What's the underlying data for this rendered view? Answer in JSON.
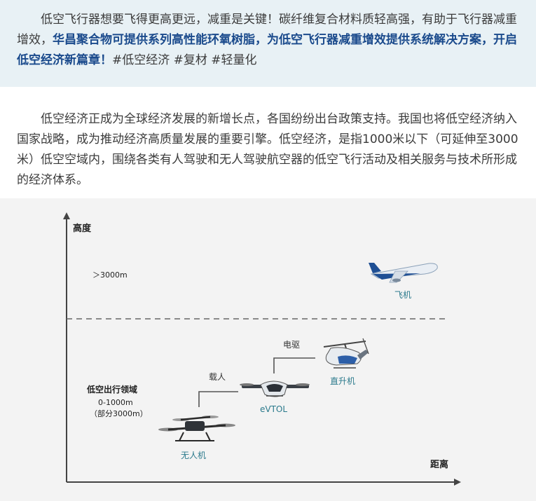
{
  "intro": {
    "plain_1": "低空飞行器想要飞得更高更远，减重是关键！碳纤维复合材料质轻高强，有助于飞行器减重增效，",
    "bold": "华昌聚合物可提供系列高性能环氧树脂，为低空飞行器减重增效提供系统解决方案，开启低空经济新篇章！",
    "tags": "#低空经济 #复材 #轻量化"
  },
  "body": {
    "paragraph": "低空经济正成为全球经济发展的新增长点，各国纷纷出台政策支持。我国也将低空经济纳入国家战略，成为推动经济高质量发展的重要引擎。低空经济，是指1000米以下（可延伸至3000米）低空空域内，围绕各类有人驾驶和无人驾驶航空器的低空飞行活动及相关服务与技术所形成的经济体系。"
  },
  "diagram": {
    "y_axis_label": "高度",
    "x_axis_label": "距离",
    "upper_zone": "＞3000m",
    "airplane_label": "飞机",
    "lowzone_title": "低空出行领域",
    "lowzone_range": "0-1000m",
    "lowzone_note": "（部分3000m）",
    "drone_label": "无人机",
    "evtol_label": "eVTOL",
    "heli_label": "直升机",
    "step1_label": "载人",
    "step2_label": "电驱",
    "colors": {
      "accent_text": "#2b7a8c",
      "line": "#555555"
    }
  }
}
